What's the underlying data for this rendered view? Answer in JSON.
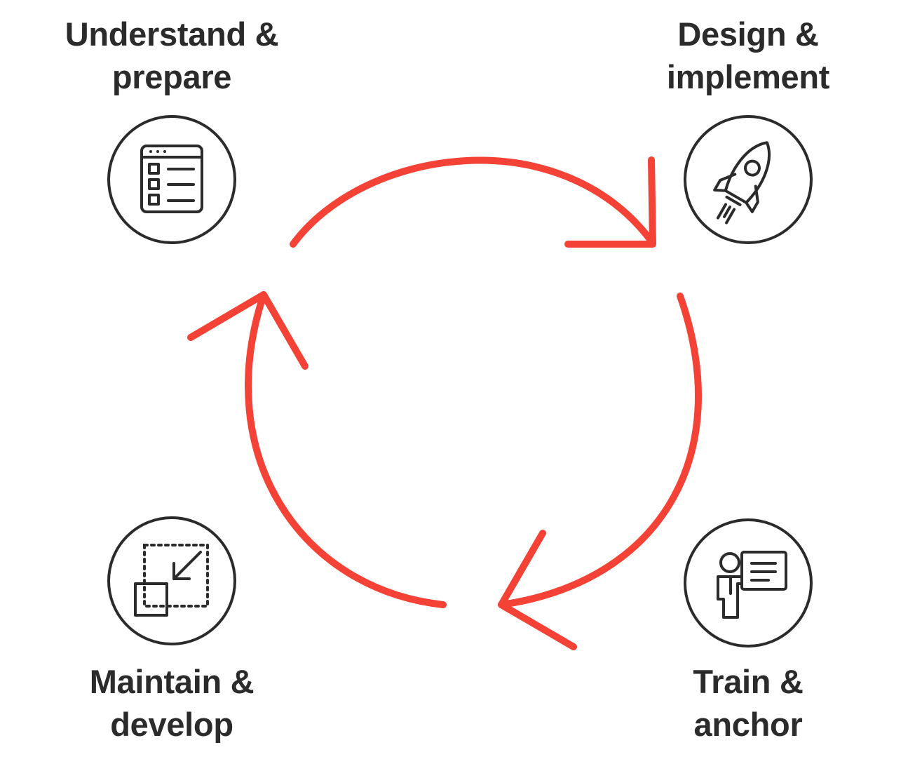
{
  "colors": {
    "arrow": "#f44336",
    "text": "#2b2b2b",
    "icon_stroke": "#2b2b2b",
    "background": "#ffffff"
  },
  "stages": [
    {
      "id": "understand",
      "line1": "Understand &",
      "line2": "prepare",
      "icon": "checklist-window-icon"
    },
    {
      "id": "design",
      "line1": "Design &",
      "line2": "implement",
      "icon": "rocket-icon"
    },
    {
      "id": "train",
      "line1": "Train &",
      "line2": "anchor",
      "icon": "presenter-board-icon"
    },
    {
      "id": "maintain",
      "line1": "Maintain &",
      "line2": "develop",
      "icon": "resize-shrink-icon"
    }
  ],
  "cycle": {
    "direction": "clockwise",
    "arrow_count": 3
  }
}
